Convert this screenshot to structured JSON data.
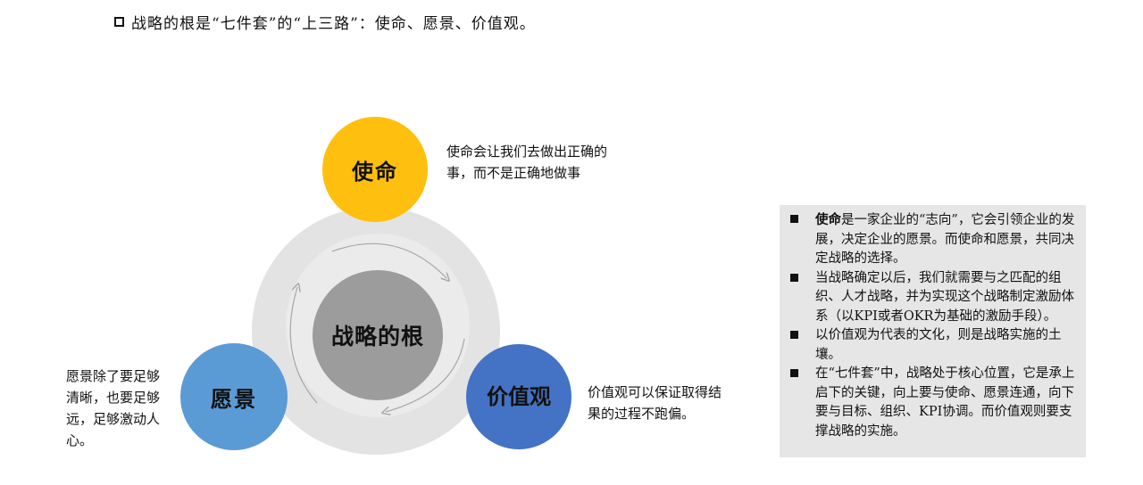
{
  "title": "战略的根是“七件套”的“上三路”：使命、愿景、价值观。",
  "diagram": {
    "center_label": "战略的根",
    "mission_label": "使命",
    "vision_label": "愿景",
    "values_label": "价值观",
    "mission_note": "使命会让我们去做出正确的事，而不是正确地做事",
    "vision_note": "愿景除了要足够清晰，也要足够远，足够激动人心。",
    "values_note": "价值观可以保证取得结果的过程不跑偏。",
    "colors": {
      "mission": "#ffbf0e",
      "vision": "#5b9bd5",
      "values": "#4472c4",
      "center": "#9c9c9c",
      "ring": "#e3e3e3"
    }
  },
  "panel": {
    "b1_bold": "使命",
    "b1_rest": "是一家企业的“志向”，它会引领企业的发展，决定企业的愿景。而使命和愿景，共同决定战略的选择。",
    "b2": "当战略确定以后，我们就需要与之匹配的组织、人才战略，并为实现这个战略制定激励体系（以KPI或者OKR为基础的激励手段）。",
    "b3": "以价值观为代表的文化，则是战略实施的土壤。",
    "b4": "在“七件套”中，战略处于核心位置，它是承上启下的关键，向上要与使命、愿景连通，向下要与目标、组织、KPI协调。而价值观则要支撑战略的实施。"
  }
}
